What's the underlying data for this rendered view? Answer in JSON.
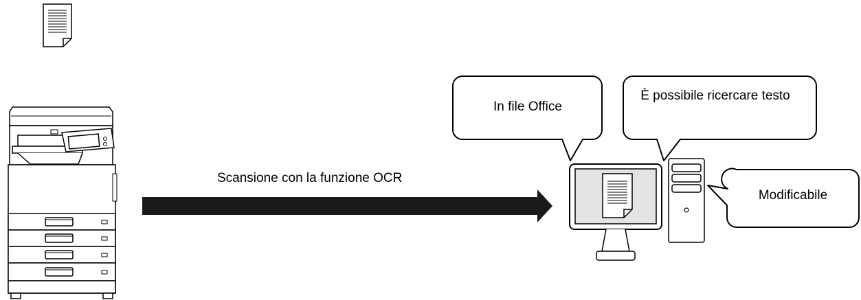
{
  "arrow": {
    "label": "Scansione con la funzione OCR"
  },
  "bubbles": [
    {
      "text": "In file Office"
    },
    {
      "text": "È possibile ricercare testo"
    },
    {
      "text": "Modificabile"
    }
  ],
  "colors": {
    "stroke": "#000000",
    "arrow": "#1a1a1a",
    "screen": "#e4e4e4",
    "background": "#ffffff"
  },
  "icons": [
    "document-icon",
    "mfp-printer-icon",
    "monitor-icon",
    "pc-tower-icon",
    "screen-document-icon"
  ]
}
